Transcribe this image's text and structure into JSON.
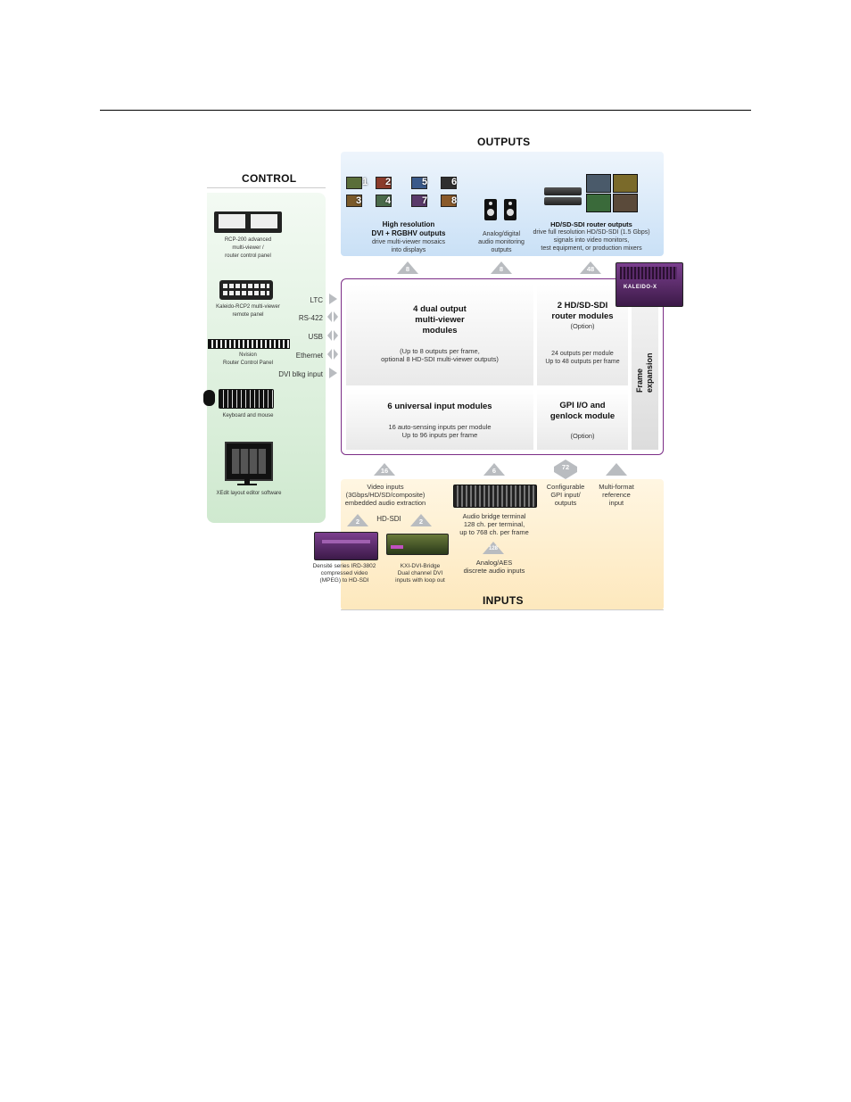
{
  "headings": {
    "outputs": "OUTPUTS",
    "control": "CONTROL",
    "inputs": "INPUTS"
  },
  "outputs": {
    "mosaic_numbers": [
      "1",
      "2",
      "5",
      "6",
      "3",
      "4",
      "7",
      "8"
    ],
    "hires_title_1": "High resolution",
    "hires_title_2": "DVI + RGBHV outputs",
    "hires_desc_1": "drive multi-viewer mosaics",
    "hires_desc_2": "into displays",
    "audio_1": "Analog/digital",
    "audio_2": "audio monitoring",
    "audio_3": "outputs",
    "router_title": "HD/SD-SDI router outputs",
    "router_desc_1": "drive full resolution HD/SD-SDI (1.5 Gbps)",
    "router_desc_2": "signals into video monitors,",
    "router_desc_3": "test equipment, or production mixers",
    "counts": [
      "8",
      "8",
      "48"
    ]
  },
  "control": {
    "rcp200_1": "RCP-200 advanced",
    "rcp200_2": "multi-viewer /",
    "rcp200_3": "router control panel",
    "rcp2_1": "Kaleido-RCP2 multi-viewer",
    "rcp2_2": "remote panel",
    "nvision_1": "Nvision",
    "nvision_2": "Router Control Panel",
    "keyboard": "Keyboard and mouse",
    "xedit": "XEdit layout editor software",
    "ports": [
      "LTC",
      "RS-422",
      "USB",
      "Ethernet",
      "DVI blkg input"
    ]
  },
  "frame": {
    "mv_1": "4 dual output",
    "mv_2": "multi-viewer",
    "mv_3": "modules",
    "mv_desc_1": "(Up to 8 outputs per frame,",
    "mv_desc_2": "optional 8 HD-SDI multi-viewer outputs)",
    "router_1": "2 HD/SD-SDI",
    "router_2": "router modules",
    "router_opt": "(Option)",
    "router_desc_1": "24 outputs per module",
    "router_desc_2": "Up to 48 outputs per frame",
    "input_title": "6 universal input modules",
    "input_desc_1": "16 auto-sensing inputs per module",
    "input_desc_2": "Up to 96 inputs per frame",
    "gpi_1": "GPI I/O and",
    "gpi_2": "genlock module",
    "gpi_opt": "(Option)",
    "expansion_1": "Frame",
    "expansion_2": "expansion",
    "chassis_logo": "KALEIDO-X"
  },
  "inputs": {
    "counts": [
      "16",
      "6",
      "72",
      "2",
      "2",
      "128"
    ],
    "video_1": "Video inputs",
    "video_2": "(3Gbps/HD/SD/composite)",
    "video_3": "embedded audio extraction",
    "hdsdi": "HD-SDI",
    "bridge_1": "Audio bridge terminal",
    "bridge_2": "128 ch. per terminal,",
    "bridge_3": "up to 768 ch. per frame",
    "gpi_1": "Configurable",
    "gpi_2": "GPI input/",
    "gpi_3": "outputs",
    "ref_1": "Multi-format",
    "ref_2": "reference",
    "ref_3": "input",
    "ird_1": "Densité series IRD-3802",
    "ird_2": "compressed  video",
    "ird_3": "(MPEG) to HD-SDI",
    "kxi_1": "KXI-DVI-Bridge",
    "kxi_2": "Dual channel DVI",
    "kxi_3": "inputs with loop out",
    "aes_1": "Analog/AES",
    "aes_2": "discrete audio inputs"
  },
  "colors": {
    "outputs_bg": "#c9e0f6",
    "control_bg": "#cfe9cf",
    "inputs_bg": "#fde8bd",
    "frame_border": "#7b2d86",
    "arrow_gray": "#b9bcc0"
  }
}
